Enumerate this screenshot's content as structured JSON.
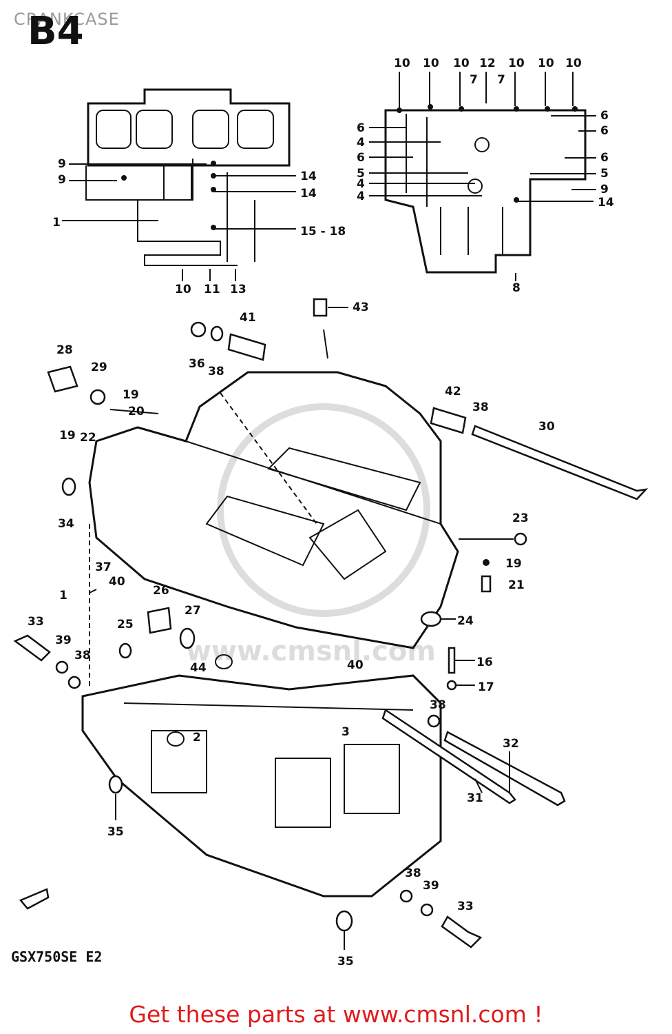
{
  "header": {
    "title": "CRANKCASE",
    "group_code": "B4"
  },
  "model": {
    "code": "GSX750SE E2"
  },
  "footer": {
    "text": "Get these parts at www.cmsnl.com !"
  },
  "watermark": {
    "text": "www.cmsnl.com"
  },
  "colors": {
    "footer_text": "#e01b1b",
    "title_text": "#9a9a9a",
    "line_art": "#111111"
  },
  "callouts": {
    "upper_left": [
      "9",
      "9",
      "1",
      "10",
      "11",
      "13",
      "14",
      "14",
      "15 - 18"
    ],
    "upper_right_top": [
      "10",
      "10",
      "10",
      "12",
      "10",
      "10",
      "10",
      "7",
      "7"
    ],
    "upper_right_left": [
      "6",
      "4",
      "6",
      "5",
      "4",
      "4"
    ],
    "upper_right_right": [
      "6",
      "6",
      "6",
      "5",
      "9",
      "14"
    ],
    "upper_right_bottom": [
      "8"
    ],
    "main": [
      "43",
      "41",
      "36",
      "38",
      "28",
      "29",
      "19",
      "20",
      "42",
      "38",
      "30",
      "19",
      "22",
      "34",
      "23",
      "19",
      "21",
      "37",
      "40",
      "1",
      "26",
      "27",
      "24",
      "33",
      "39",
      "38",
      "25",
      "44",
      "40",
      "16",
      "17",
      "38",
      "2",
      "3",
      "32",
      "31",
      "35",
      "38",
      "39",
      "33",
      "35"
    ]
  }
}
